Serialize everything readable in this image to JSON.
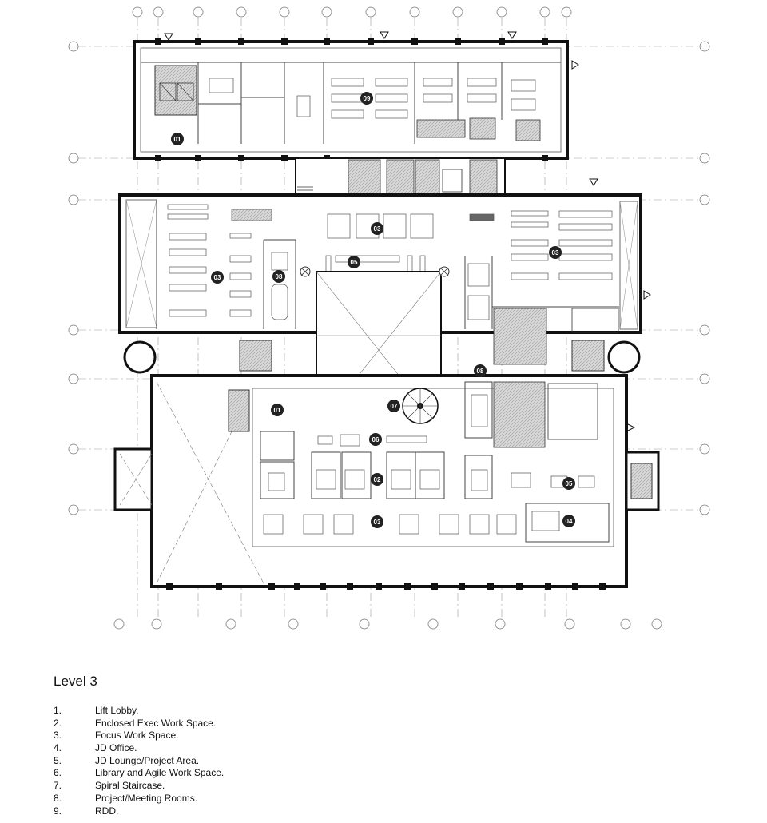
{
  "legend": {
    "title": "Level 3",
    "items": [
      {
        "num": "1.",
        "label": "Lift Lobby."
      },
      {
        "num": "2.",
        "label": "Enclosed Exec Work Space."
      },
      {
        "num": "3.",
        "label": "Focus Work Space."
      },
      {
        "num": "4.",
        "label": "JD Office."
      },
      {
        "num": "5.",
        "label": "JD Lounge/Project Area."
      },
      {
        "num": "6.",
        "label": "Library and Agile Work Space."
      },
      {
        "num": "7.",
        "label": "Spiral Staircase."
      },
      {
        "num": "8.",
        "label": "Project/Meeting Rooms."
      },
      {
        "num": "9.",
        "label": "RDD."
      }
    ]
  },
  "markers": [
    "01",
    "09",
    "03",
    "03",
    "03",
    "05",
    "08",
    "08",
    "01",
    "07",
    "06",
    "02",
    "03",
    "05",
    "04"
  ],
  "colors": {
    "wall": "#111111",
    "line": "#555555",
    "grid": "#9a9a9a",
    "hatch": "#c8c8c8",
    "badge": "#222222"
  }
}
